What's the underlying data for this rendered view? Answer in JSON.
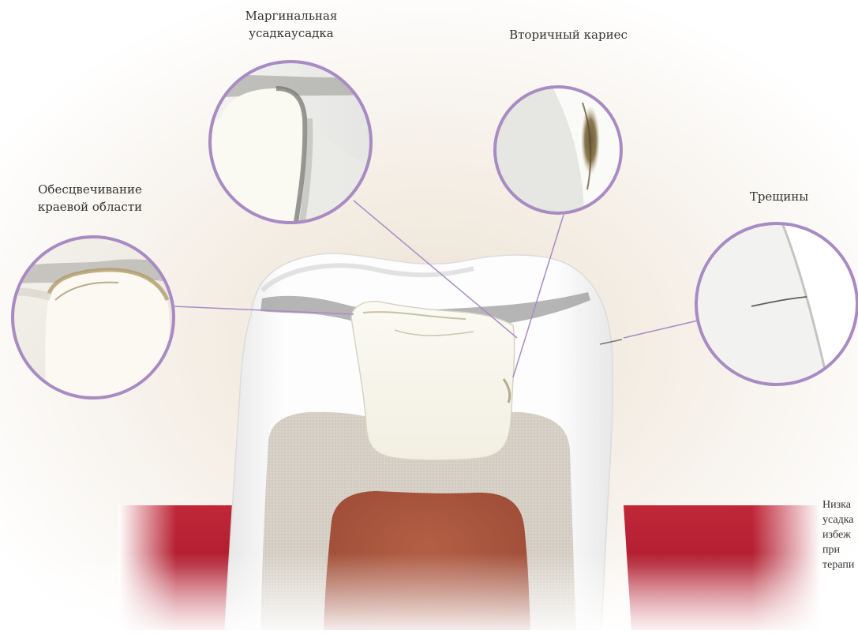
{
  "diagram": {
    "labels": {
      "marginal_shrinkage_line1": "Маргинальная",
      "marginal_shrinkage_line2": "усадкаусадка",
      "secondary_caries": "Вторичный кариес",
      "discoloration_line1": "Обесцвечивание",
      "discoloration_line2": "краевой области",
      "cracks": "Трещины"
    },
    "side_note": {
      "lines": [
        "Низка",
        "усадка",
        "избеж",
        "при",
        "терапи"
      ]
    },
    "colors": {
      "ring": "#a98bc4",
      "leader_line": "#a98bc4",
      "gum": "#b01c2e",
      "pulp": "#a9573f",
      "dentin": "#d9d4cc",
      "enamel": "#fbfbfb",
      "filling": "#f7f4ea"
    }
  }
}
